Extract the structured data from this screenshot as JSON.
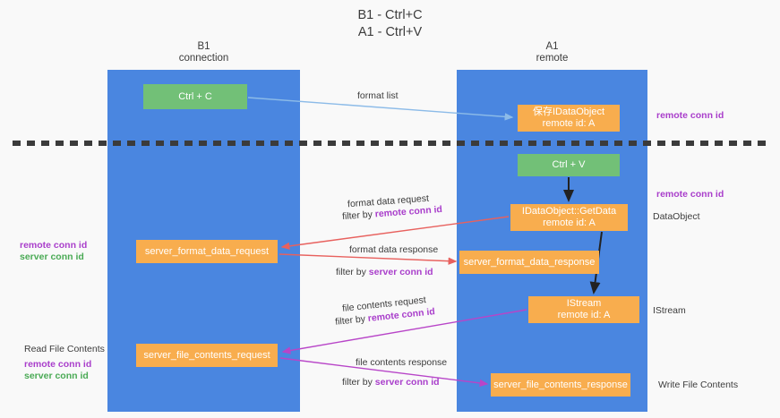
{
  "title": {
    "line1": "B1 - Ctrl+C",
    "line2": "A1 - Ctrl+V"
  },
  "lanes": [
    {
      "id": "b1",
      "name": "B1",
      "role": "connection"
    },
    {
      "id": "a1",
      "name": "A1",
      "role": "remote"
    }
  ],
  "nodes": {
    "ctrl_c": {
      "label": "Ctrl + C",
      "color": "#72c077"
    },
    "idataobject": {
      "label": "保存IDataObject",
      "sub": "remote id: A",
      "color": "#f8ad4e"
    },
    "ctrl_v": {
      "label": "Ctrl + V",
      "color": "#72c077"
    },
    "getdata": {
      "label": "IDataObject::GetData",
      "sub": "remote id: A",
      "color": "#f8ad4e"
    },
    "server_format_data_request": {
      "label": "server_format_data_request",
      "color": "#f8ad4e"
    },
    "server_format_data_response": {
      "label": "server_format_data_response",
      "color": "#f8ad4e"
    },
    "istream": {
      "label": "IStream",
      "sub": "remote id: A",
      "color": "#f8ad4e"
    },
    "server_file_contents_request": {
      "label": "server_file_contents_request",
      "color": "#f8ad4e"
    },
    "server_file_contents_response": {
      "label": "server_file_contents_response",
      "color": "#f8ad4e"
    }
  },
  "edges": {
    "format_list": "format list",
    "format_data_request": "format data request",
    "format_data_response": "format data response",
    "file_contents_request": "file contents request",
    "file_contents_response": "file contents response",
    "filter_by": "filter by ",
    "remote_conn_id": "remote conn id",
    "server_conn_id": "server conn id"
  },
  "annotations": {
    "right": [
      "remote conn id",
      "remote conn id",
      "DataObject",
      "IStream",
      "Write File Contents"
    ],
    "left": [
      "remote conn id",
      "server conn id",
      "Read File Contents",
      "remote conn id",
      "server conn id"
    ]
  },
  "colors": {
    "lane": "#4a86e0",
    "green_node": "#72c077",
    "orange_node": "#f8ad4e",
    "arrow_light_blue": "#8cbbe8",
    "arrow_red": "#e8615e",
    "arrow_magenta": "#b845c8",
    "arrow_black": "#222222",
    "text_purple": "#a93ecb",
    "text_green": "#4aaa55",
    "background": "#f9f9f9"
  }
}
